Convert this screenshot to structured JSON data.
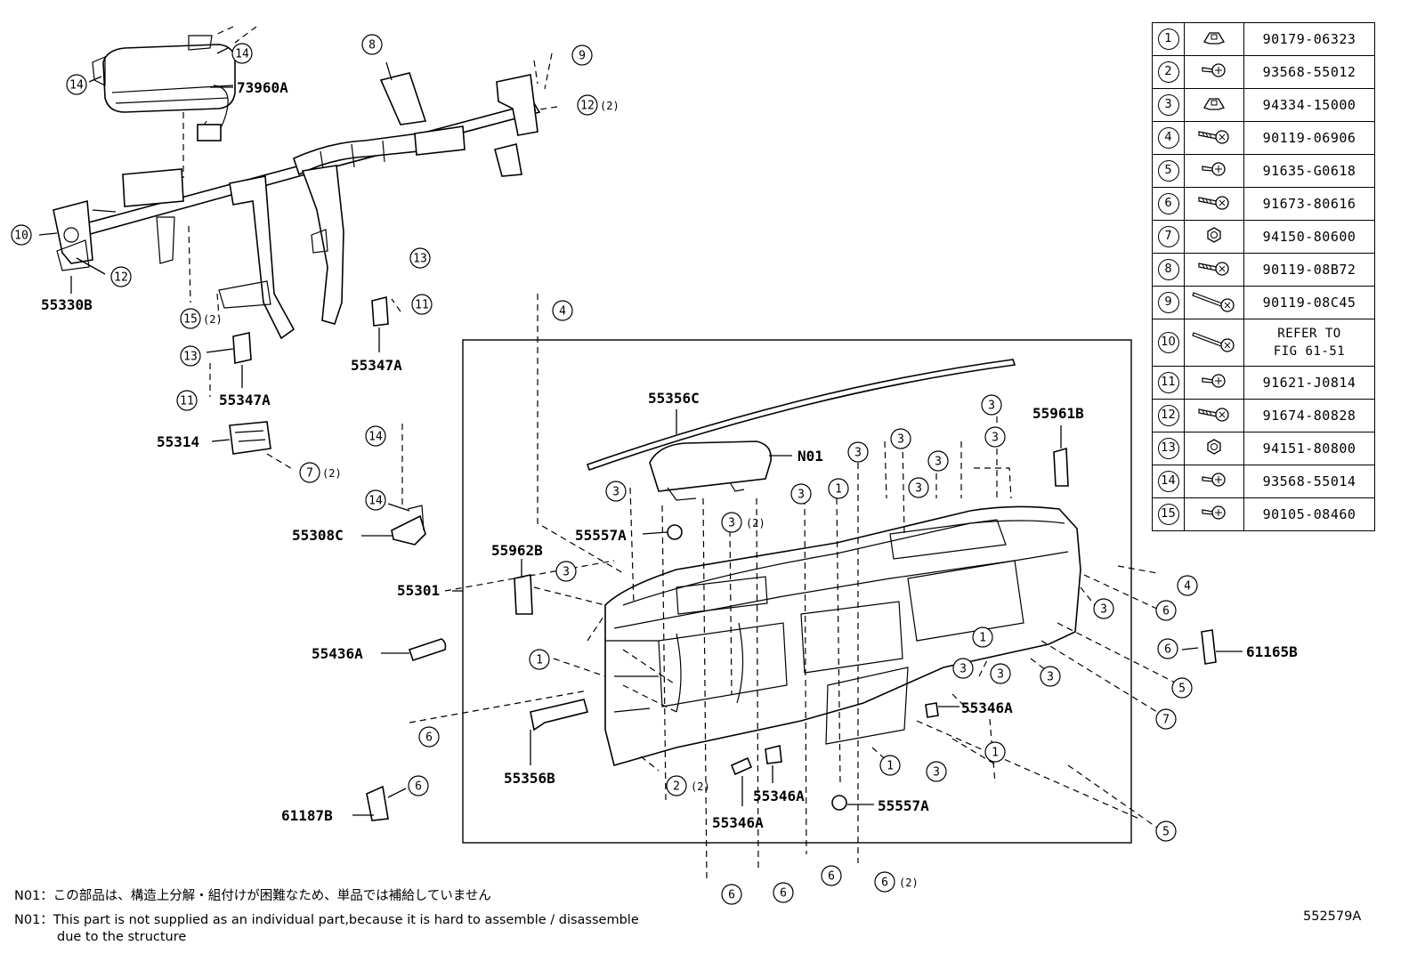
{
  "callouts": {
    "c_73960A": "73960A",
    "c_55330B": "55330B",
    "c_55347A_1": "55347A",
    "c_55347A_2": "55347A",
    "c_55314": "55314",
    "c_55308C": "55308C",
    "c_55356C": "55356C",
    "c_N01": "N01",
    "c_55961B": "55961B",
    "c_55557A_1": "55557A",
    "c_55962B": "55962B",
    "c_55301": "55301",
    "c_55436A": "55436A",
    "c_61165B": "61165B",
    "c_55346A_1": "55346A",
    "c_55356B": "55356B",
    "c_55346A_2": "55346A",
    "c_55346A_3": "55346A",
    "c_55557A_2": "55557A",
    "c_61187B": "61187B"
  },
  "qty": {
    "q2": "(2)"
  },
  "table": [
    {
      "num": "1",
      "icon": "clip-icon",
      "part": "90179-06323"
    },
    {
      "num": "2",
      "icon": "screw-icon",
      "part": "93568-55012"
    },
    {
      "num": "3",
      "icon": "clip-icon",
      "part": "94334-15000"
    },
    {
      "num": "4",
      "icon": "bolt-icon",
      "part": "90119-06906"
    },
    {
      "num": "5",
      "icon": "screw-icon",
      "part": "91635-G0618"
    },
    {
      "num": "6",
      "icon": "bolt-icon",
      "part": "91673-80616"
    },
    {
      "num": "7",
      "icon": "nut-icon",
      "part": "94150-80600"
    },
    {
      "num": "8",
      "icon": "bolt-icon",
      "part": "90119-08B72"
    },
    {
      "num": "9",
      "icon": "long-bolt-icon",
      "part": "90119-08C45"
    },
    {
      "num": "10",
      "icon": "long-bolt-icon",
      "part": "REFER TO\nFIG 61-51"
    },
    {
      "num": "11",
      "icon": "screw-icon",
      "part": "91621-J0814"
    },
    {
      "num": "12",
      "icon": "bolt-icon",
      "part": "91674-80828"
    },
    {
      "num": "13",
      "icon": "nut-icon",
      "part": "94151-80800"
    },
    {
      "num": "14",
      "icon": "screw-icon",
      "part": "93568-55014"
    },
    {
      "num": "15",
      "icon": "screw-icon",
      "part": "90105-08460"
    }
  ],
  "notes": {
    "ja": "N01：この部品は、構造上分解・組付けが困難なため、単品では補給していません",
    "en_line1": "N01：This part is not supplied as an individual part,because it is hard to assemble / disassemble",
    "en_line2": "due to the structure"
  },
  "figure_code": "552579A"
}
